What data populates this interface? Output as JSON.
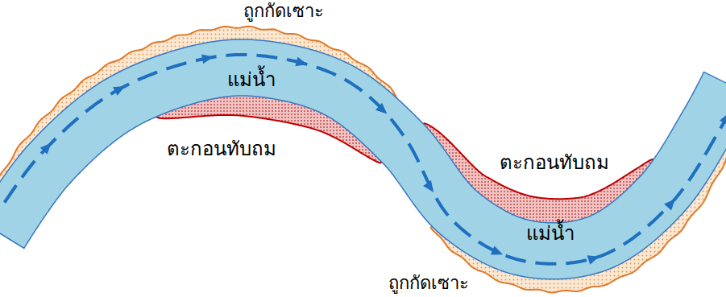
{
  "diagram": {
    "labels": [
      "ถูกกัดเซาะ",
      "แม่น้ำ",
      "ตะกอนทับถม",
      "ตะกอนทับถม",
      "แม่น้ำ",
      "ถูกกัดเซาะ"
    ]
  }
}
